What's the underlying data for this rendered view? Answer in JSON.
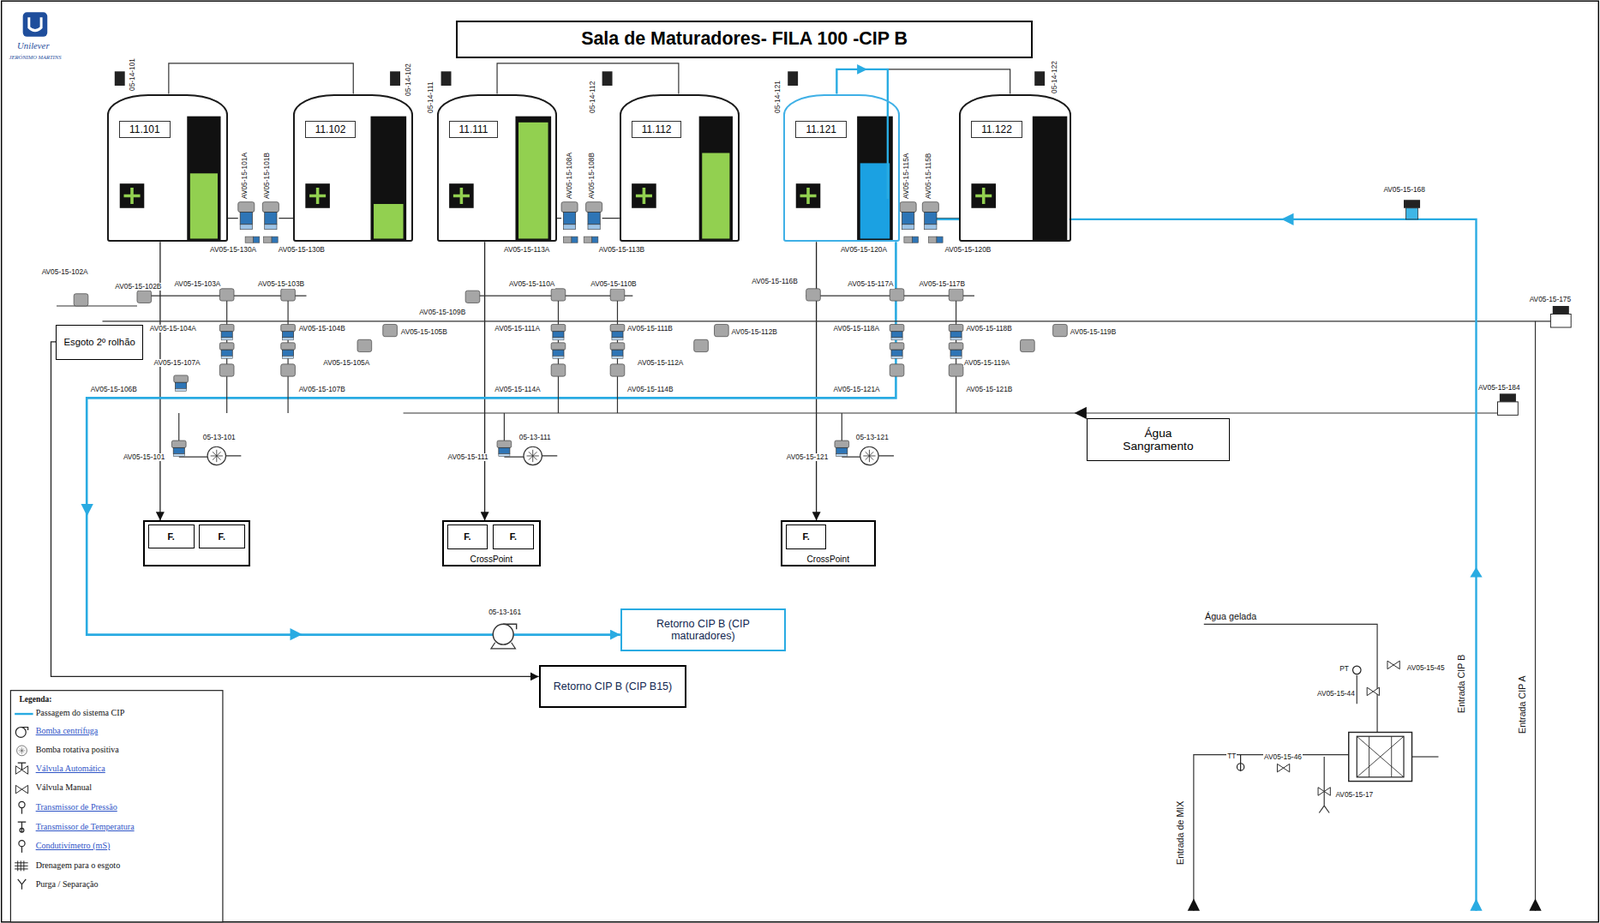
{
  "diagram": {
    "title": "Sala de Maturadores- FILA 100 -CIP B",
    "nodes": [
      {
        "text": [
          "11.101"
        ]
      },
      {
        "text": [
          "11.102"
        ]
      },
      {
        "text": [
          "11.111"
        ]
      },
      {
        "text": [
          "11.112"
        ]
      },
      {
        "text": [
          "11.121"
        ]
      },
      {
        "text": [
          "11.122"
        ]
      },
      {
        "text": [
          "Esgoto 2º rolhão"
        ]
      },
      {
        "text": [
          "Água Sangramento"
        ]
      },
      {
        "text": [
          "F.",
          "F."
        ]
      },
      {
        "text": [
          "CrossPoint"
        ]
      },
      {
        "text": [
          "F."
        ],
        "in": 9
      },
      {
        "text": [
          "F."
        ],
        "in": 9
      },
      {
        "text": [
          "CrossPoint"
        ]
      },
      {
        "text": [
          "F."
        ],
        "in": 12
      },
      {
        "text": [
          "Retorno CIP B (CIP maturadores)"
        ]
      },
      {
        "text": [
          "Retorno CIP B (CIP B15)"
        ]
      }
    ],
    "edges": [
      {
        "from": 0,
        "to": 8,
        "arrow": "to"
      },
      {
        "from": 2,
        "to": 9,
        "arrow": "to"
      },
      {
        "from": 4,
        "to": 12,
        "arrow": "to"
      },
      {
        "from": 4,
        "to": 14,
        "arrow": "to"
      },
      {
        "from": 6,
        "to": 15,
        "arrow": "to"
      }
    ],
    "labels": [
      "Unilever",
      "JERÓNIMO MARTINS",
      "05-14-101",
      "05-14-102",
      "05-14-111",
      "05-14-112",
      "05-14-121",
      "05-14-122",
      "AV05-15-101A",
      "AV05-15-101B",
      "AV05-15-108A",
      "AV05-15-108B",
      "AV05-15-115A",
      "AV05-15-115B",
      "AV05-15-130A",
      "AV05-15-130B",
      "AV05-15-113A",
      "AV05-15-113B",
      "AV05-15-120A",
      "AV05-15-120B",
      "AV05-15-102A",
      "AV05-15-102B",
      "AV05-15-103A",
      "AV05-15-103B",
      "AV05-15-104A",
      "AV05-15-104B",
      "AV05-15-105B",
      "AV05-15-105A",
      "AV05-15-106B",
      "AV05-15-107A",
      "AV05-15-107B",
      "AV05-15-109B",
      "AV05-15-110A",
      "AV05-15-110B",
      "AV05-15-111A",
      "AV05-15-111B",
      "AV05-15-112B",
      "AV05-15-112A",
      "AV05-15-114A",
      "AV05-15-114B",
      "AV05-15-116B",
      "AV05-15-117A",
      "AV05-15-117B",
      "AV05-15-118A",
      "AV05-15-118B",
      "AV05-15-119B",
      "AV05-15-119A",
      "AV05-15-121A",
      "AV05-15-121B",
      "AV05-15-101",
      "AV05-15-111",
      "AV05-15-121",
      "05-13-101",
      "05-13-111",
      "05-13-121",
      "05-13-161",
      "AV05-15-168",
      "AV05-15-175",
      "AV05-15-184",
      "Água gelada",
      "AV05-15-45",
      "AV05-15-44",
      "PT",
      "TT",
      "AV05-15-46",
      "AV05-15-17",
      "Entrada de MIX",
      "Entrada CIP B",
      "Entrada CIP A",
      "Legenda:"
    ],
    "legend": [
      {
        "text": "Passagem do sistema CIP"
      },
      {
        "text": "Bomba centrífuga"
      },
      {
        "text": "Bomba rotativa positiva"
      },
      {
        "text": "Válvula Automática"
      },
      {
        "text": "Válvula Manual"
      },
      {
        "text": "Transmissor de Pressão"
      },
      {
        "text": "Transmissor de Temperatura"
      },
      {
        "text": "Condutivímetro (mS)"
      },
      {
        "text": "Drenagem para o esgoto"
      },
      {
        "text": "Purga / Separação"
      }
    ]
  }
}
